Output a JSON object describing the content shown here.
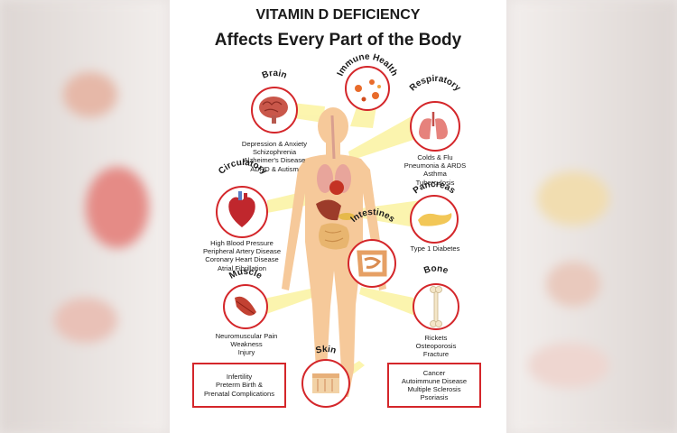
{
  "title_line1": "VITAMIN D DEFICIENCY",
  "title_line2": "Affects Every Part of the Body",
  "labels": {
    "brain": "Brain",
    "immune": "Immune Health",
    "respiratory": "Respiratory",
    "circulatory": "Circulatory",
    "pancreas": "Pancreas",
    "intestines": "Intestines",
    "muscle": "Muscle",
    "bone": "Bone",
    "skin": "Skin"
  },
  "conditions": {
    "brain": [
      "Depression & Anxiety",
      "Schizophrenia",
      "Alzheimer's Disease",
      "ADHD & Autism"
    ],
    "respiratory": [
      "Colds & Flu",
      "Pneumonia & ARDS",
      "Asthma",
      "Tuberculosis"
    ],
    "circulatory": [
      "High Blood Pressure",
      "Peripheral Artery Disease",
      "Coronary Heart Disease",
      "Atrial Fibrillation"
    ],
    "pancreas": [
      "Type 1 Diabetes"
    ],
    "muscle": [
      "Neuromuscular Pain",
      "Weakness",
      "Injury"
    ],
    "bone": [
      "Rickets",
      "Osteoporosis",
      "Fracture"
    ],
    "box_left": [
      "Infertility",
      "Preterm Birth &",
      "Prenatal Complications"
    ],
    "box_right": [
      "Cancer",
      "Autoimmune Disease",
      "Multiple Sclerosis",
      "Psoriasis"
    ]
  },
  "colors": {
    "ring": "#d4262a",
    "body": "#f6c99a",
    "beam": "#fbf3a0",
    "text": "#1a1a1a"
  }
}
